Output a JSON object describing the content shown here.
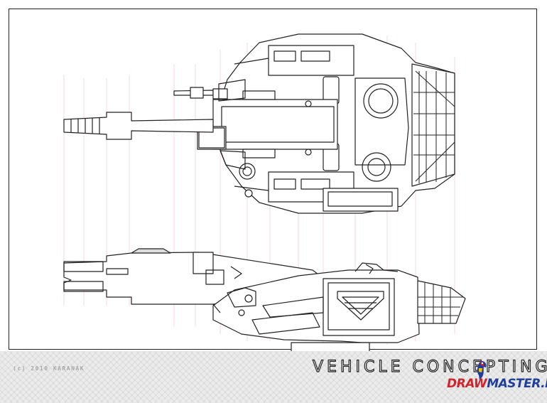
{
  "sheet": {
    "copyright": "(c) 2010 KARANAK",
    "title": "VEHICLE CONCEPTING",
    "brand": {
      "part_a": "DRAW",
      "part_b": "MASTER.RU"
    }
  },
  "colors": {
    "ink": "#222222",
    "guide_lines": "#f0c8cf",
    "brand_red": "#d8222a",
    "brand_blue": "#1f3f9e",
    "brand_yellow": "#f2c200"
  },
  "views": [
    "top-view",
    "side-view"
  ]
}
